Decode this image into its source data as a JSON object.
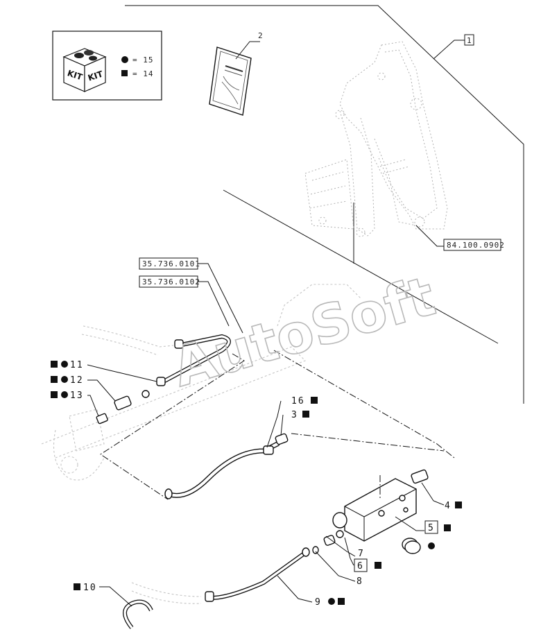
{
  "kit": {
    "badge": "KIT",
    "legend": [
      {
        "symbol": "circle",
        "text": "= 15"
      },
      {
        "symbol": "square",
        "text": "= 14"
      }
    ]
  },
  "refs": {
    "assembly": "1",
    "ref_84": "84.100.0902",
    "ref_35a": "35.736.0101",
    "ref_35b": "35.736.0102"
  },
  "callouts": {
    "c2": "2",
    "c11": "11",
    "c12": "12",
    "c13": "13",
    "c16": "16",
    "c3": "3",
    "c4": "4",
    "c5": "5",
    "c6": "6",
    "c7": "7",
    "c8": "8",
    "c9": "9",
    "c10": "10"
  },
  "watermark": "AutoSoft"
}
